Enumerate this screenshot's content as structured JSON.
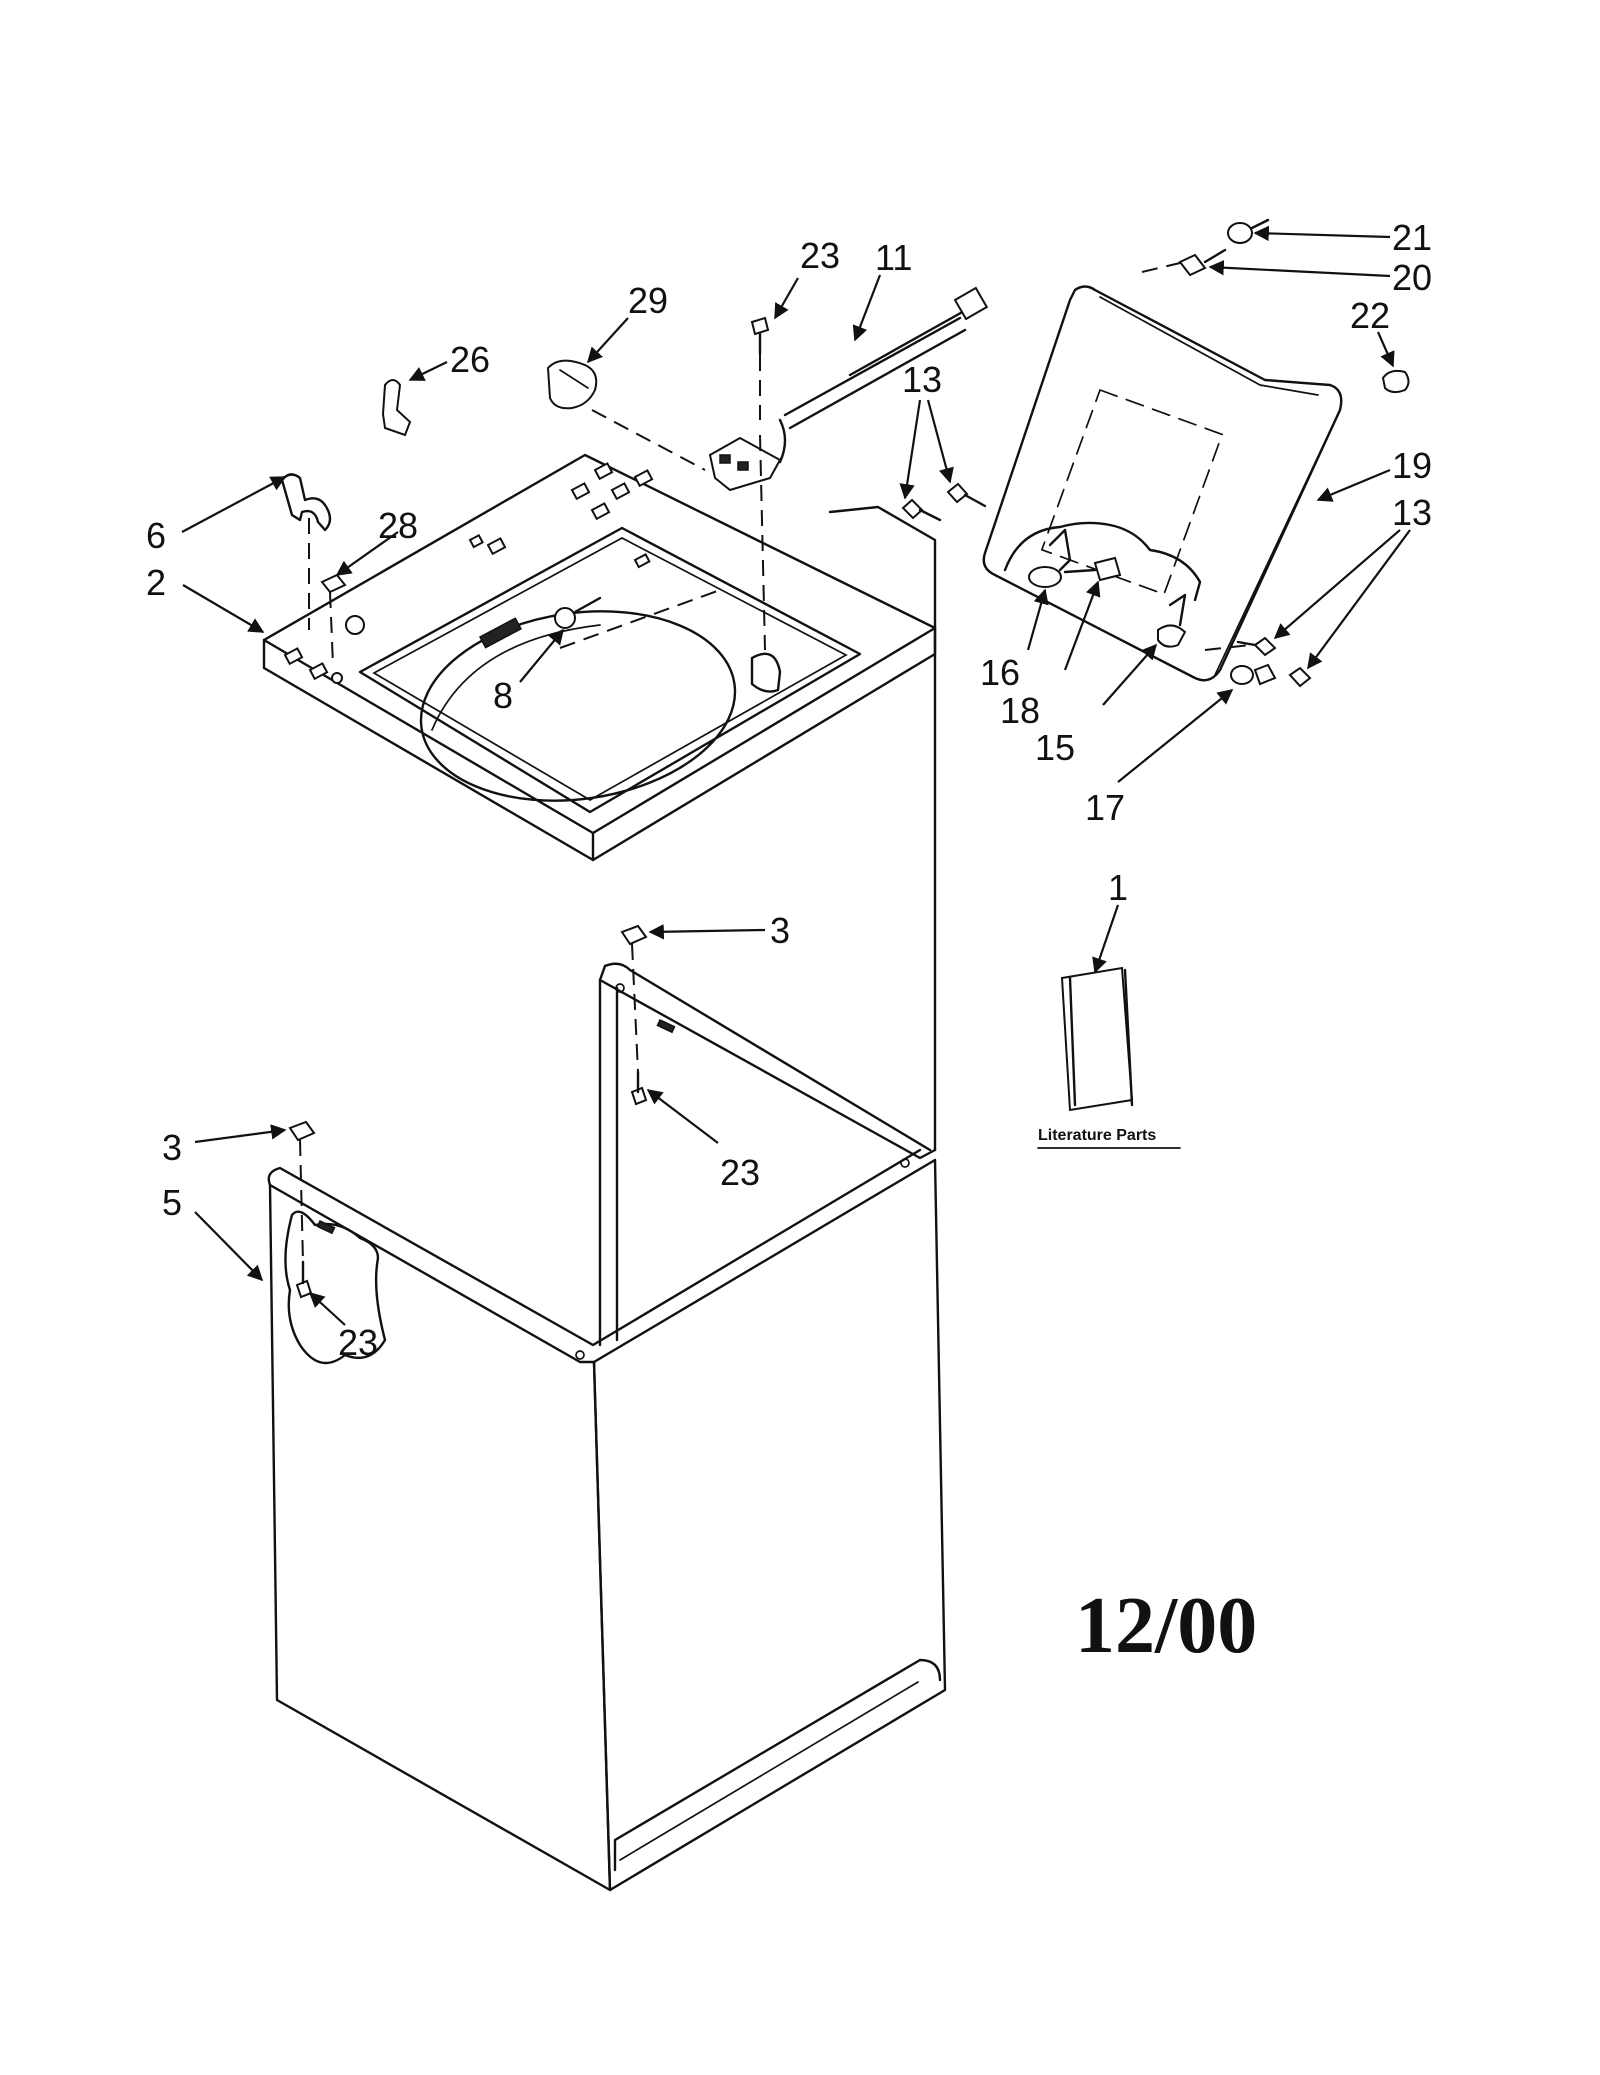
{
  "callouts": [
    {
      "id": "c1",
      "label": "1"
    },
    {
      "id": "c2",
      "label": "2"
    },
    {
      "id": "c3a",
      "label": "3"
    },
    {
      "id": "c3b",
      "label": "3"
    },
    {
      "id": "c5",
      "label": "5"
    },
    {
      "id": "c6",
      "label": "6"
    },
    {
      "id": "c8",
      "label": "8"
    },
    {
      "id": "c11",
      "label": "11"
    },
    {
      "id": "c13a",
      "label": "13"
    },
    {
      "id": "c13b",
      "label": "13"
    },
    {
      "id": "c15",
      "label": "15"
    },
    {
      "id": "c16",
      "label": "16"
    },
    {
      "id": "c17",
      "label": "17"
    },
    {
      "id": "c18",
      "label": "18"
    },
    {
      "id": "c19",
      "label": "19"
    },
    {
      "id": "c20",
      "label": "20"
    },
    {
      "id": "c21",
      "label": "21"
    },
    {
      "id": "c22",
      "label": "22"
    },
    {
      "id": "c23a",
      "label": "23"
    },
    {
      "id": "c23b",
      "label": "23"
    },
    {
      "id": "c23c",
      "label": "23"
    },
    {
      "id": "c26",
      "label": "26"
    },
    {
      "id": "c28",
      "label": "28"
    },
    {
      "id": "c29",
      "label": "29"
    }
  ],
  "literature_label": "Literature Parts",
  "date_code": "12/00"
}
